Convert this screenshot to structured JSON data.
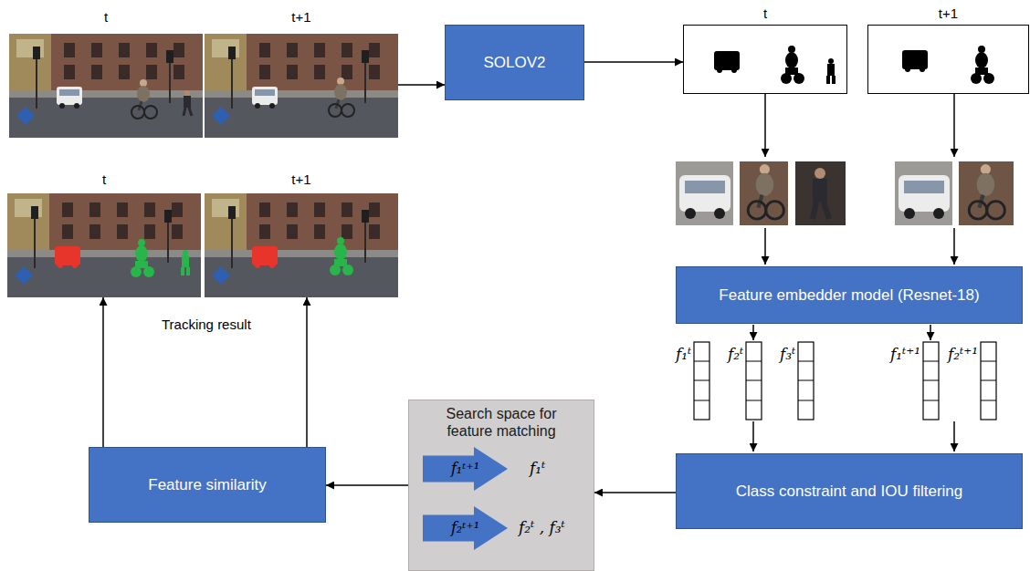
{
  "diagram": {
    "nodes": [
      {
        "text": [
          "t"
        ]
      },
      {
        "text": [
          "t+1"
        ]
      },
      {
        "text": [
          "SOLOV2"
        ]
      },
      {
        "text": [
          "t"
        ]
      },
      {
        "text": [
          "t+1"
        ]
      },
      {
        "text": [
          "t"
        ]
      },
      {
        "text": [
          "t+1"
        ]
      },
      {
        "text": [
          "Feature embedder model (Resnet-18)"
        ]
      },
      {
        "text": [
          "Search space for feature matching"
        ]
      },
      {
        "text": [
          "f₁ᵗ⁺¹"
        ],
        "in": 8
      },
      {
        "text": [
          "f₂ᵗ⁺¹"
        ],
        "in": 8
      },
      {
        "text": [
          "Feature similarity"
        ]
      },
      {
        "text": [
          "Class constraint and IOU filtering"
        ]
      }
    ],
    "edges": [
      {
        "from": 1,
        "to": 2,
        "arrow": "to"
      },
      {
        "from": 2,
        "to": 3,
        "arrow": "to"
      },
      {
        "from": 12,
        "to": 8,
        "arrow": "to"
      },
      {
        "from": 8,
        "to": 11,
        "arrow": "to"
      },
      {
        "from": 11,
        "to": 5,
        "arrow": "to"
      },
      {
        "from": 11,
        "to": 6,
        "arrow": "to"
      }
    ],
    "labels": [
      "Tracking result",
      "f₁ᵗ",
      "f₂ᵗ",
      "f₃ᵗ",
      "f₁ᵗ⁺¹",
      "f₂ᵗ⁺¹",
      "f₁ᵗ",
      "f₂ᵗ , f₃ᵗ"
    ]
  }
}
